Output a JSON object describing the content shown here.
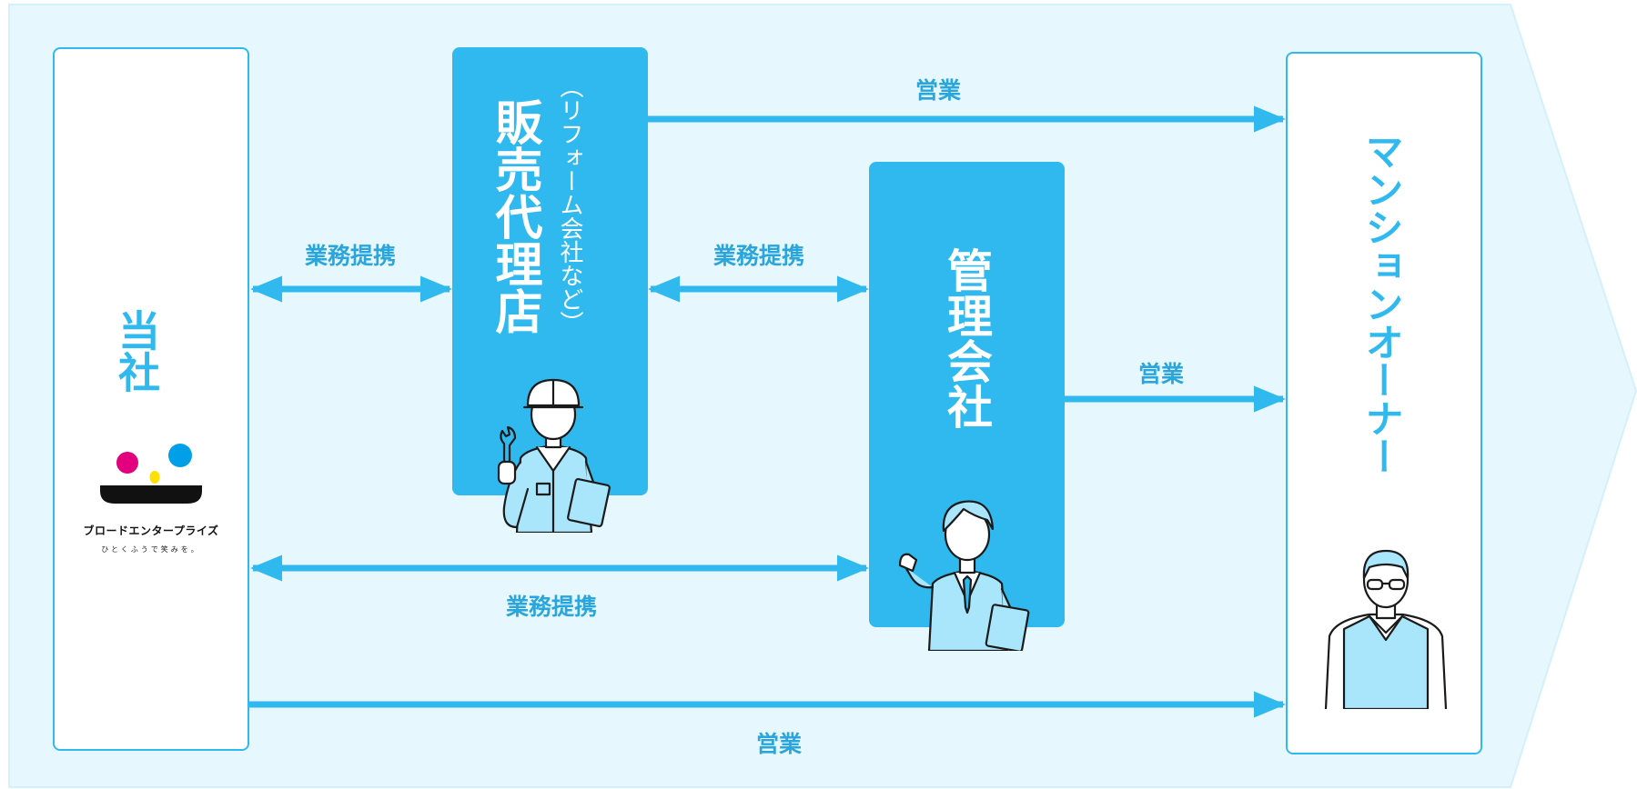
{
  "colors": {
    "accent": "#2fb9ef",
    "label": "#2aa6dd",
    "background_band": "#e6f7fd",
    "illustration_fill": "#a9e6fb"
  },
  "nodes": {
    "company": {
      "title": "当社"
    },
    "agent": {
      "title": "販売代理店",
      "subtitle": "（リフォーム会社など）"
    },
    "management": {
      "title": "管理会社"
    },
    "owner": {
      "title": "マンションオーナー"
    }
  },
  "logo": {
    "name": "ブロードエンタープライズ",
    "tagline": "ひとくふうで笑みを。"
  },
  "edges": {
    "agent_to_owner": "営業",
    "company_agent": "業務提携",
    "agent_management": "業務提携",
    "management_to_owner": "営業",
    "company_management": "業務提携",
    "company_to_owner": "営業"
  },
  "illustrations": [
    "worker-with-wrench",
    "manager-presenting",
    "owner-with-glasses"
  ]
}
